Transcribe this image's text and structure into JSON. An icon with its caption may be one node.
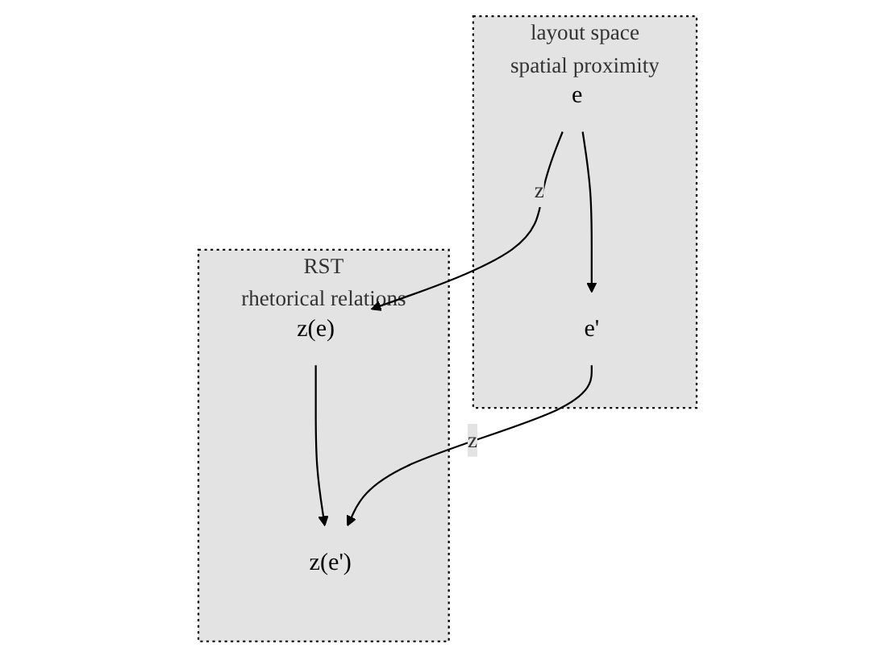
{
  "diagram": {
    "nodes": [
      {
        "text": [
          "layout space",
          "spatial proximity"
        ]
      },
      {
        "text": [
          "e"
        ],
        "in": 0
      },
      {
        "text": [
          "e'"
        ],
        "in": 0
      },
      {
        "text": [
          "RST",
          "rhetorical relations"
        ]
      },
      {
        "text": [
          "z(e)"
        ],
        "in": 3
      },
      {
        "text": [
          "z(e')"
        ],
        "in": 3
      }
    ],
    "edges": [
      {
        "from": 1,
        "to": 4,
        "arrow": "to",
        "label": "z"
      },
      {
        "from": 1,
        "to": 2,
        "arrow": "to"
      },
      {
        "from": 4,
        "to": 5,
        "arrow": "to"
      },
      {
        "from": 2,
        "to": 5,
        "arrow": "to",
        "label": "z"
      }
    ]
  }
}
